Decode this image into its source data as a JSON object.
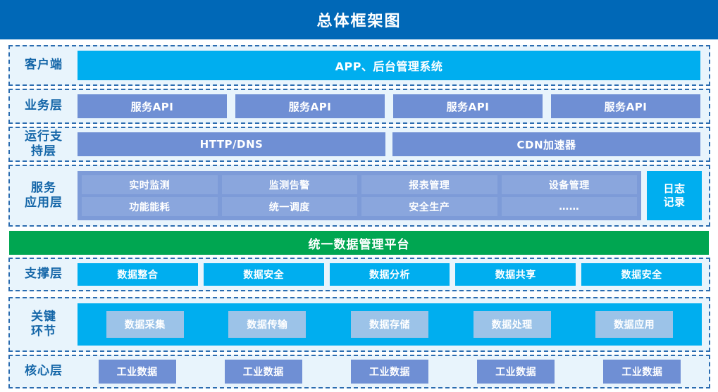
{
  "title": "总体框架图",
  "colors": {
    "title_bar": "#0068b7",
    "band_background": "#e8f4fc",
    "band_border": "#2b6cb0",
    "cyan": "#00aeef",
    "periwinkle": "#6f8fd4",
    "periwinkle_light": "#8aa6dd",
    "steel_light": "#9cc3e8",
    "green": "#00a651",
    "label_text": "#1466a8"
  },
  "layers": {
    "client": {
      "label": "客户端",
      "boxes": [
        {
          "text": "APP、后台管理系统"
        }
      ]
    },
    "business": {
      "label": "业务层",
      "boxes": [
        {
          "text": "服务API"
        },
        {
          "text": "服务API"
        },
        {
          "text": "服务API"
        },
        {
          "text": "服务API"
        }
      ]
    },
    "runtime": {
      "label": "运行支持层",
      "boxes": [
        {
          "text": "HTTP/DNS"
        },
        {
          "text": "CDN加速器"
        }
      ]
    },
    "service": {
      "label": "服务应用层",
      "row_one": [
        {
          "text": "实时监测"
        },
        {
          "text": "监测告警"
        },
        {
          "text": "报表管理"
        },
        {
          "text": "设备管理"
        }
      ],
      "row_two": [
        {
          "text": "功能能耗"
        },
        {
          "text": "统一调度"
        },
        {
          "text": "安全生产"
        },
        {
          "text": "……"
        }
      ],
      "log_box": "日志\n记录"
    },
    "platform": {
      "label": "统一数据管理平台"
    },
    "support": {
      "label": "支撑层",
      "boxes": [
        {
          "text": "数据整合"
        },
        {
          "text": "数据安全"
        },
        {
          "text": "数据分析"
        },
        {
          "text": "数据共享"
        },
        {
          "text": "数据安全"
        }
      ]
    },
    "keylink": {
      "label": "关键环节",
      "boxes": [
        {
          "text": "数据采集"
        },
        {
          "text": "数据传输"
        },
        {
          "text": "数据存储"
        },
        {
          "text": "数据处理"
        },
        {
          "text": "数据应用"
        }
      ]
    },
    "core": {
      "label": "核心层",
      "boxes": [
        {
          "text": "工业数据"
        },
        {
          "text": "工业数据"
        },
        {
          "text": "工业数据"
        },
        {
          "text": "工业数据"
        },
        {
          "text": "工业数据"
        }
      ]
    }
  }
}
